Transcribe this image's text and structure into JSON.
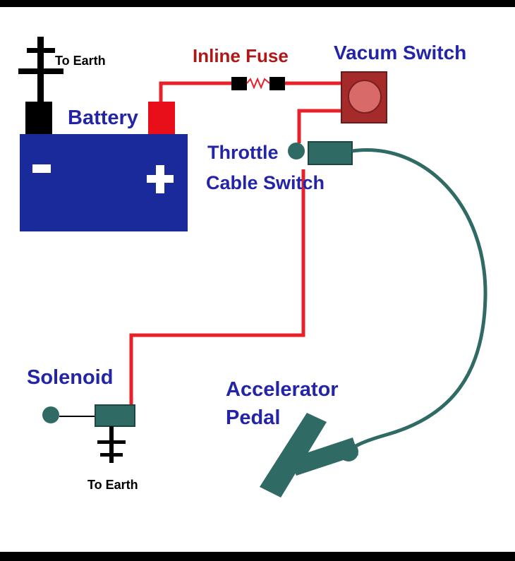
{
  "labels": {
    "to_earth_battery": "To Earth",
    "battery": "Battery",
    "battery_neg": "-",
    "battery_pos": "+",
    "inline_fuse": "Inline Fuse",
    "vacuum_switch": "Vacum Switch",
    "throttle_line1": "Throttle",
    "throttle_line2": "Cable Switch",
    "solenoid": "Solenoid",
    "to_earth_solenoid": "To Earth",
    "accel_line1": "Accelerator",
    "accel_line2": "Pedal"
  },
  "colors": {
    "background": "#ffffff",
    "frame": "#000000",
    "wire": "#e8202a",
    "fuse_element": "#e8202a",
    "battery_body": "#1a2a9a",
    "battery_terminal_pos": "#e80f1a",
    "terminal_black": "#000000",
    "label_blue": "#2424a8",
    "label_red": "#b01818",
    "switch_outer": "#a52a2a",
    "switch_inner": "#d96a6a",
    "component_teal": "#2f6b64",
    "ground": "#000000"
  },
  "icons": {
    "earth": "ground-symbol",
    "fuse": "inline-fuse-symbol",
    "vacuum_switch": "vacuum-switch-symbol",
    "solenoid": "solenoid-symbol",
    "throttle_switch": "throttle-cable-switch-symbol",
    "pedal": "accelerator-pedal-symbol"
  }
}
